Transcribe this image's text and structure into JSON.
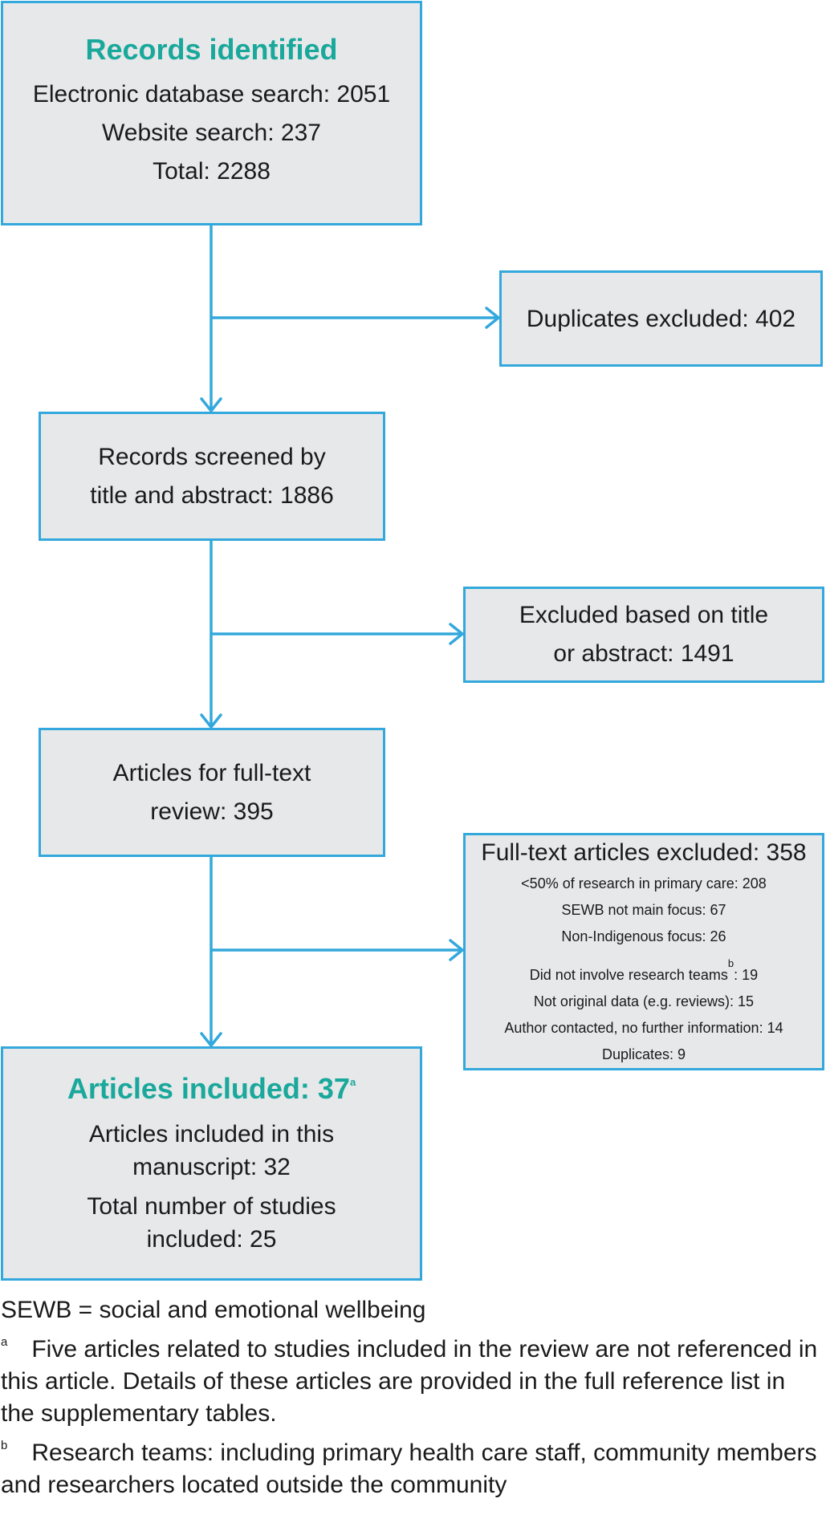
{
  "diagram": {
    "records_identified": {
      "title": "Records identified",
      "lines": [
        "Electronic database search: 2051",
        "Website search: 237",
        "Total: 2288"
      ]
    },
    "duplicates_excluded": {
      "text": "Duplicates excluded: 402"
    },
    "records_screened": {
      "lines": [
        "Records screened by",
        "title and abstract: 1886"
      ]
    },
    "excluded_title_abstract": {
      "lines": [
        "Excluded based on title",
        "or abstract: 1491"
      ]
    },
    "full_text_review": {
      "lines": [
        "Articles for full-text",
        "review: 395"
      ]
    },
    "full_text_excluded": {
      "title": "Full-text articles excluded: 358",
      "reasons": [
        "<50% of research in primary care: 208",
        "SEWB not main focus: 67",
        "Non-Indigenous focus: 26",
        "Did not involve research teams",
        "Not original data (e.g. reviews): 15",
        "Author contacted, no further information: 14",
        "Duplicates: 9"
      ],
      "reason_4_sup": "b",
      "reason_4_suffix": ": 19"
    },
    "articles_included": {
      "title": "Articles included: 37",
      "title_sup": "a",
      "lines": [
        "Articles included in this",
        "manuscript: 32",
        "Total number of studies",
        "included: 25"
      ]
    }
  },
  "footnotes": {
    "abbrev": "SEWB = social and emotional wellbeing",
    "note_a_marker": "a",
    "note_a": "Five articles related to studies included in the review are not referenced in this article. Details of these articles are provided in the full reference list in the supplementary tables.",
    "note_b_marker": "b",
    "note_b": "Research teams: including primary health care staff, community members and researchers located outside the community"
  },
  "colors": {
    "border": "#33a8dc",
    "box_fill": "#e7e8e9",
    "title_teal": "#19a89b"
  }
}
